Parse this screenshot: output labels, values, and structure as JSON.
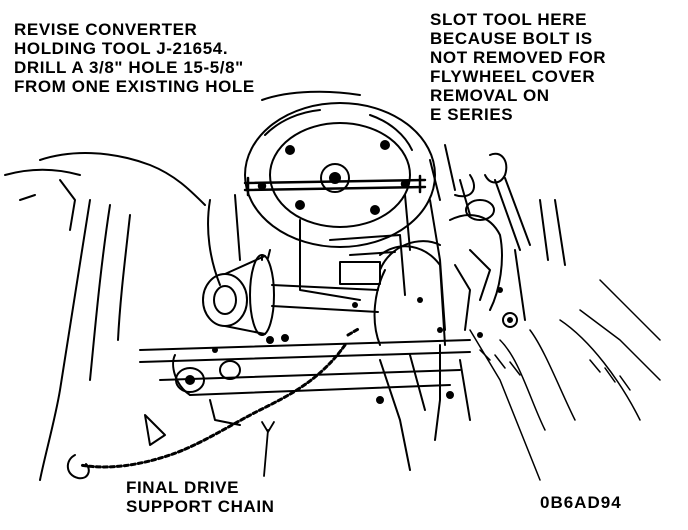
{
  "labels": {
    "revise_note": [
      "REVISE CONVERTER",
      "HOLDING TOOL J-21654.",
      "DRILL A 3/8\" HOLE 15-5/8\"",
      "FROM ONE EXISTING HOLE"
    ],
    "slot_note": [
      "SLOT TOOL HERE",
      "BECAUSE BOLT IS",
      "NOT REMOVED FOR",
      "FLYWHEEL COVER",
      "REMOVAL ON",
      "E SERIES"
    ],
    "chain_callout": [
      "FINAL DRIVE",
      "SUPPORT CHAIN"
    ],
    "figure_code": "0B6AD94"
  },
  "colors": {
    "ink": "#000000",
    "paper": "#ffffff"
  }
}
